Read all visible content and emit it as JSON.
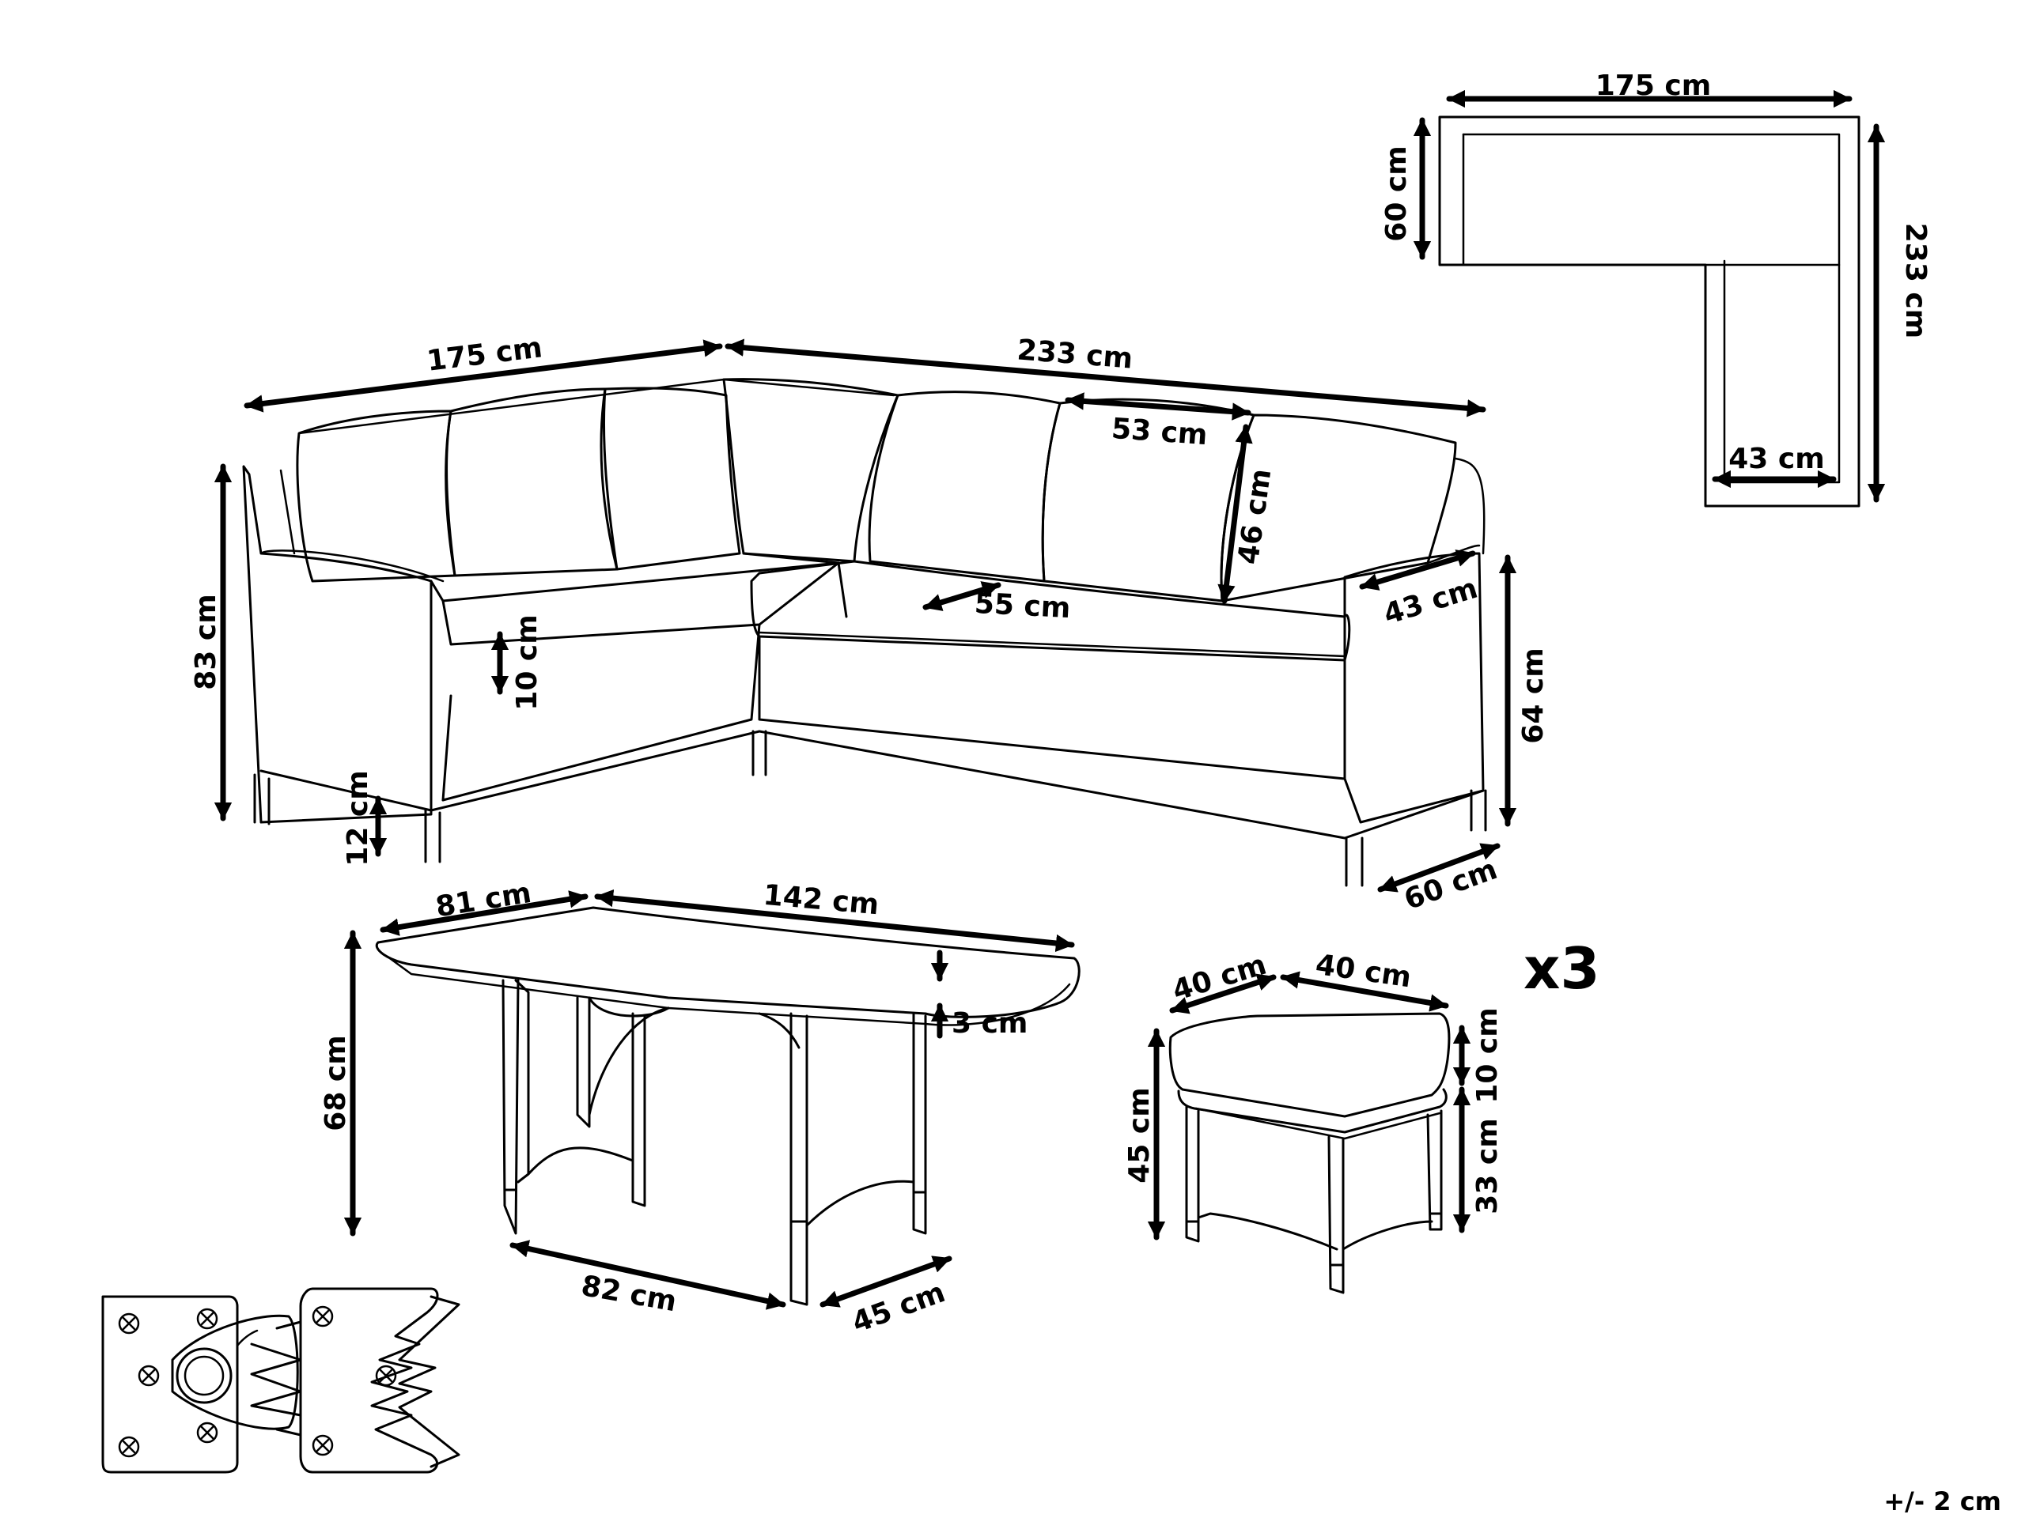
{
  "quantity": "x3",
  "tolerance": "+/- 2 cm",
  "top_view": {
    "width": "175 cm",
    "depth_short": "60 cm",
    "length": "233 cm",
    "end_width": "43 cm"
  },
  "sofa": {
    "left_length": "175 cm",
    "right_length": "233 cm",
    "backrest_width": "53 cm",
    "backrest_height": "46 cm",
    "seat_depth": "55 cm",
    "armrest_width": "43 cm",
    "total_height": "83 cm",
    "cushion_height": "10 cm",
    "leg_height": "12 cm",
    "arm_height": "64 cm",
    "depth": "60 cm"
  },
  "table": {
    "width": "81 cm",
    "length": "142 cm",
    "height": "68 cm",
    "top_thickness": "3 cm",
    "leg_span": "82 cm",
    "leg_depth": "45 cm"
  },
  "stool": {
    "width": "40 cm",
    "depth": "40 cm",
    "cushion_height": "10 cm",
    "seat_height": "45 cm",
    "frame_height": "33 cm"
  }
}
